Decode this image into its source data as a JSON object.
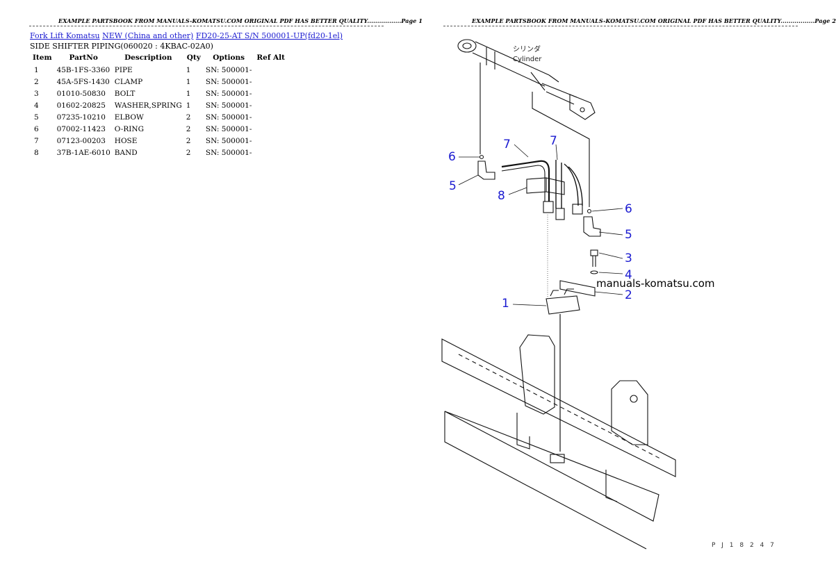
{
  "header": {
    "page1": "EXAMPLE PARTSBOOK FROM MANUALS-KOMATSU.COM ORIGINAL PDF HAS BETTER QUALITY.................Page 1",
    "page2": "EXAMPLE PARTSBOOK FROM MANUALS-KOMATSU.COM ORIGINAL PDF HAS BETTER QUALITY.................Page 2"
  },
  "breadcrumb": {
    "link1": "Fork Lift Komatsu",
    "link2": "NEW (China and other)",
    "link3": "FD20-25-AT S/N 500001-UP(fd20-1el)"
  },
  "subtitle": "SIDE SHIFTER PIPING(060020 : 4KBAC-02A0)",
  "table": {
    "headers": [
      "Item",
      "PartNo",
      "Description",
      "Qty",
      "Options",
      "Ref Alt"
    ],
    "rows": [
      {
        "item": "1",
        "partno": "45B-1FS-3360",
        "desc": "PIPE",
        "qty": "1",
        "options": "SN: 500001-",
        "refalt": ""
      },
      {
        "item": "2",
        "partno": "45A-5FS-1430",
        "desc": "CLAMP",
        "qty": "1",
        "options": "SN: 500001-",
        "refalt": ""
      },
      {
        "item": "3",
        "partno": "01010-50830",
        "desc": "BOLT",
        "qty": "1",
        "options": "SN: 500001-",
        "refalt": ""
      },
      {
        "item": "4",
        "partno": "01602-20825",
        "desc": "WASHER,SPRING",
        "qty": "1",
        "options": "SN: 500001-",
        "refalt": ""
      },
      {
        "item": "5",
        "partno": "07235-10210",
        "desc": "ELBOW",
        "qty": "2",
        "options": "SN: 500001-",
        "refalt": ""
      },
      {
        "item": "6",
        "partno": "07002-11423",
        "desc": "O-RING",
        "qty": "2",
        "options": "SN: 500001-",
        "refalt": ""
      },
      {
        "item": "7",
        "partno": "07123-00203",
        "desc": "HOSE",
        "qty": "2",
        "options": "SN: 500001-",
        "refalt": ""
      },
      {
        "item": "8",
        "partno": "37B-1AE-6010",
        "desc": "BAND",
        "qty": "2",
        "options": "SN: 500001-",
        "refalt": ""
      }
    ]
  },
  "diagram": {
    "label_jp": "シリンダ",
    "label_en": "Cylinder",
    "callouts": {
      "c1": "1",
      "c2": "2",
      "c3": "3",
      "c4": "4",
      "c5a": "5",
      "c5b": "5",
      "c6a": "6",
      "c6b": "6",
      "c7a": "7",
      "c7b": "7",
      "c8": "8"
    },
    "watermark": "manuals-komatsu.com",
    "code": "P J 1 8 2 4 7",
    "accent": "#1a1ad0"
  }
}
